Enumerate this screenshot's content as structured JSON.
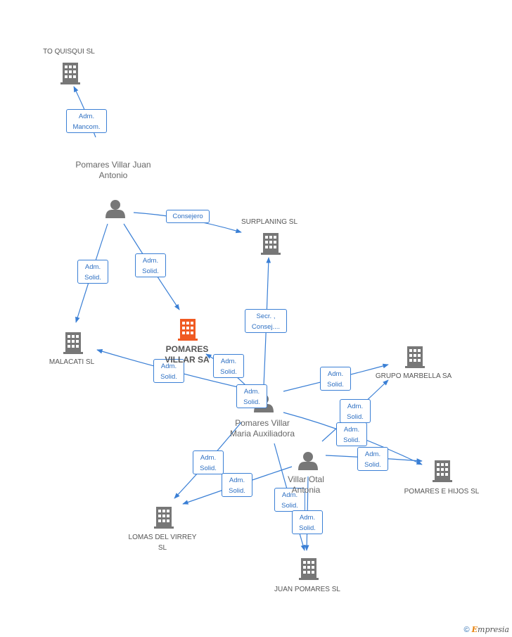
{
  "colors": {
    "edge": "#3a7fd5",
    "company": "#777777",
    "main_company": "#f05a22",
    "person": "#777777"
  },
  "nodes": [
    {
      "id": "toquisqui",
      "type": "company",
      "label": "TO QUISQUI SL"
    },
    {
      "id": "surplaning",
      "type": "company",
      "label": "SURPLANING SL"
    },
    {
      "id": "malacati",
      "type": "company",
      "label": "MALACATI SL"
    },
    {
      "id": "pomaressa",
      "type": "main_company",
      "label": "POMARES VILLAR SA"
    },
    {
      "id": "grupomarbella",
      "type": "company",
      "label": "GRUPO MARBELLA SA"
    },
    {
      "id": "pomareshijos",
      "type": "company",
      "label": "POMARES E HIJOS SL"
    },
    {
      "id": "lomas",
      "type": "company",
      "label": "LOMAS DEL VIRREY SL"
    },
    {
      "id": "juanpomares",
      "type": "company",
      "label": "JUAN POMARES SL"
    },
    {
      "id": "juanantonio",
      "type": "person",
      "label": "Pomares Villar Juan Antonio"
    },
    {
      "id": "mariaaux",
      "type": "person",
      "label": "Pomares Villar Maria Auxiliadora"
    },
    {
      "id": "otal",
      "type": "person",
      "label": "Villar Otal Antonia"
    }
  ],
  "edges": [
    {
      "from": "juanantonio",
      "to": "toquisqui",
      "label": "Adm. Mancom."
    },
    {
      "from": "juanantonio",
      "to": "surplaning",
      "label": "Consejero"
    },
    {
      "from": "juanantonio",
      "to": "malacati",
      "label": "Adm. Solid."
    },
    {
      "from": "juanantonio",
      "to": "pomaressa",
      "label": "Adm. Solid."
    },
    {
      "from": "mariaaux",
      "to": "surplaning",
      "label": "Secr. , Consej...."
    },
    {
      "from": "mariaaux",
      "to": "malacati",
      "label": "Adm. Solid."
    },
    {
      "from": "mariaaux",
      "to": "pomaressa",
      "label": "Adm. Solid."
    },
    {
      "from": "mariaaux",
      "to": "pomaressa",
      "label": "Adm. Solid."
    },
    {
      "from": "mariaaux",
      "to": "grupomarbella",
      "label": "Adm. Solid."
    },
    {
      "from": "mariaaux",
      "to": "pomareshijos",
      "label": "Adm. Solid."
    },
    {
      "from": "mariaaux",
      "to": "lomas",
      "label": "Adm. Solid."
    },
    {
      "from": "mariaaux",
      "to": "juanpomares",
      "label": "Adm. Solid."
    },
    {
      "from": "otal",
      "to": "grupomarbella",
      "label": "Adm. Solid."
    },
    {
      "from": "otal",
      "to": "pomareshijos",
      "label": "Adm. Solid."
    },
    {
      "from": "otal",
      "to": "lomas",
      "label": "Adm. Solid."
    },
    {
      "from": "otal",
      "to": "juanpomares",
      "label": "Adm. Solid."
    }
  ],
  "copyright": {
    "symbol": "©",
    "brand_initial": "E",
    "brand_rest": "mpresia"
  }
}
